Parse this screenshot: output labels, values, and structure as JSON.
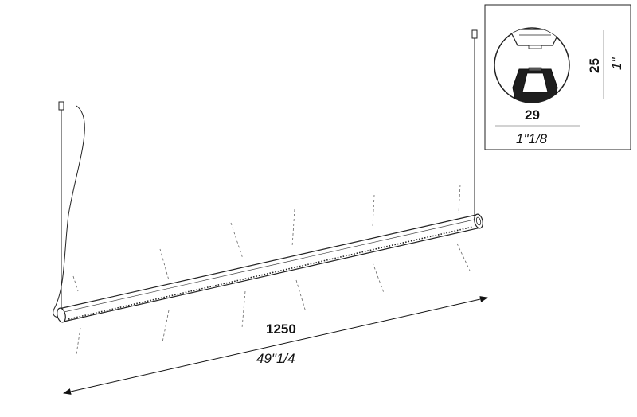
{
  "length": {
    "mm": "1250",
    "inch": "49\"1/4"
  },
  "profile": {
    "width_mm": "29",
    "width_inch": "1\"1/8",
    "height_mm": "25",
    "height_inch": "1\""
  }
}
